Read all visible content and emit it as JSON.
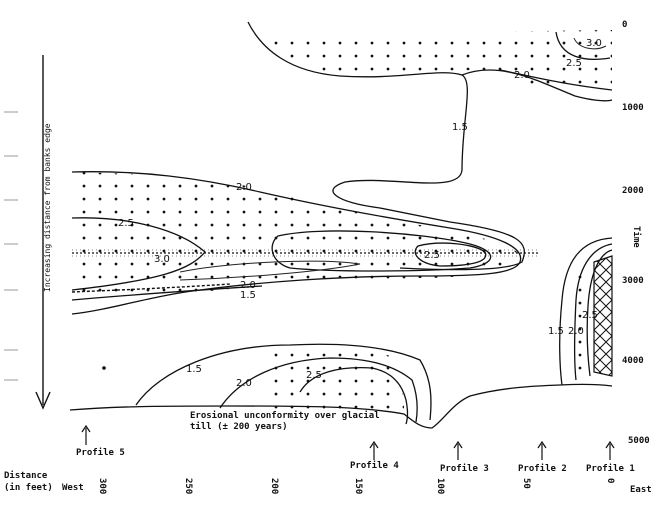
{
  "left_axis_label": "Increasing distance from banks edge",
  "right_axis": {
    "title": "Time",
    "ticks": [
      "0",
      "1000",
      "2000",
      "3000",
      "4000",
      "5000"
    ]
  },
  "contour_labels": [
    "3.0",
    "2.5",
    "2.0",
    "1.5",
    "2.0",
    "2.5",
    "2.5",
    "2.0",
    "1.5",
    "1.5",
    "2.0",
    "2.5",
    "1.5",
    "2.0",
    "2.5",
    "3.0"
  ],
  "annotation": {
    "line1": "Erosional unconformity over glacial",
    "line2": "till (± 200 years)"
  },
  "profiles": [
    "Profile 5",
    "Profile 4",
    "Profile 3",
    "Profile 2",
    "Profile 1"
  ],
  "distance": {
    "label_line1": "Distance",
    "label_line2": "(in feet)",
    "west": "West",
    "east": "East",
    "ticks": [
      "300",
      "250",
      "200",
      "150",
      "100",
      "50",
      "0"
    ]
  }
}
